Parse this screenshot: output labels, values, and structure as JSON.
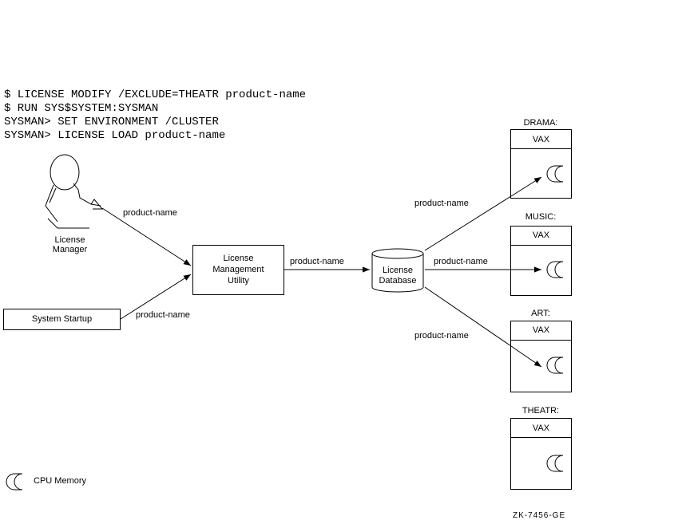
{
  "commands": [
    "$ LICENSE MODIFY /EXCLUDE=THEATR product-name",
    "$ RUN SYS$SYSTEM:SYSMAN",
    "SYSMAN> SET ENVIRONMENT /CLUSTER",
    "SYSMAN> LICENSE LOAD product-name"
  ],
  "license_manager": {
    "line1": "License",
    "line2": "Manager"
  },
  "system_startup": "System Startup",
  "lmu": {
    "line1": "License",
    "line2": "Management",
    "line3": "Utility"
  },
  "database": {
    "line1": "License",
    "line2": "Database"
  },
  "flow_label": "product-name",
  "nodes": [
    {
      "name": "DRAMA:",
      "cpu": "VAX",
      "loaded": true
    },
    {
      "name": "MUSIC:",
      "cpu": "VAX",
      "loaded": true
    },
    {
      "name": "ART:",
      "cpu": "VAX",
      "loaded": true
    },
    {
      "name": "THEATR:",
      "cpu": "VAX",
      "loaded": false
    }
  ],
  "legend": {
    "label": "CPU Memory",
    "icon": "cpu-memory-icon"
  },
  "figure_id": "ZK-7456-GE"
}
